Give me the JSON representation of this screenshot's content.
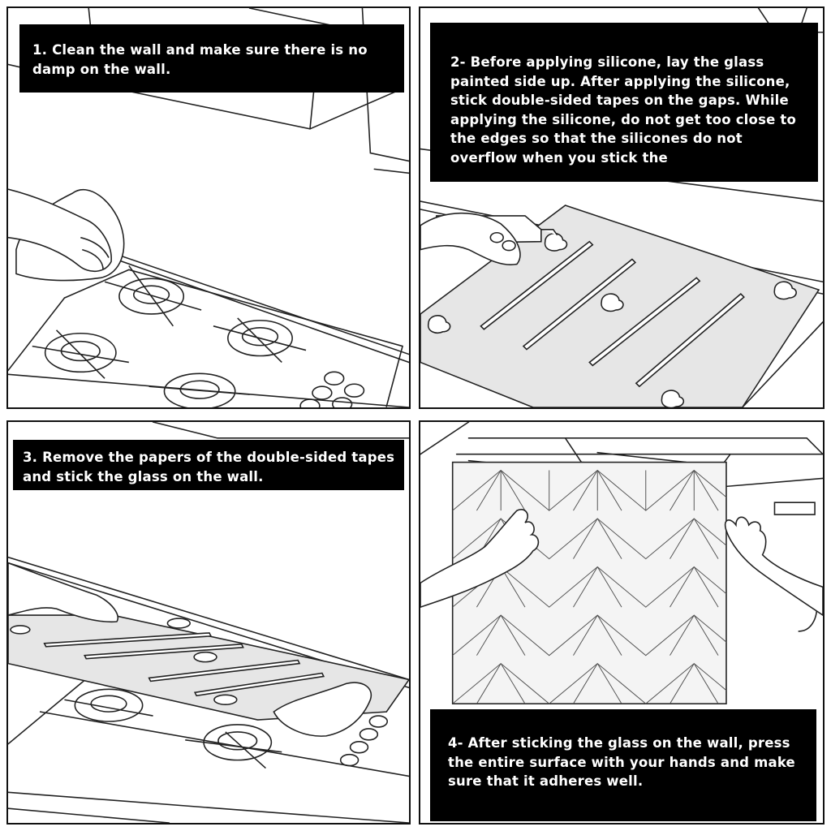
{
  "steps": [
    {
      "text": "1. Clean the wall and make sure there is no damp on the wall."
    },
    {
      "text": "2- Before applying silicone, lay the glass painted side up. After applying the silicone, stick double-sided tapes on the gaps. While applying the silicone, do not get too close to the edges so that the silicones do not overflow when you stick the"
    },
    {
      "text": "3. Remove the papers of the double-sided tapes and stick the glass on the wall."
    },
    {
      "text": "4- After sticking the glass on the wall, press the entire surface with your hands and make sure that it adheres well."
    }
  ],
  "colors": {
    "caption_bg": "#000000",
    "caption_text": "#ffffff",
    "line": "#222222",
    "glass": "#e6e6e6"
  }
}
